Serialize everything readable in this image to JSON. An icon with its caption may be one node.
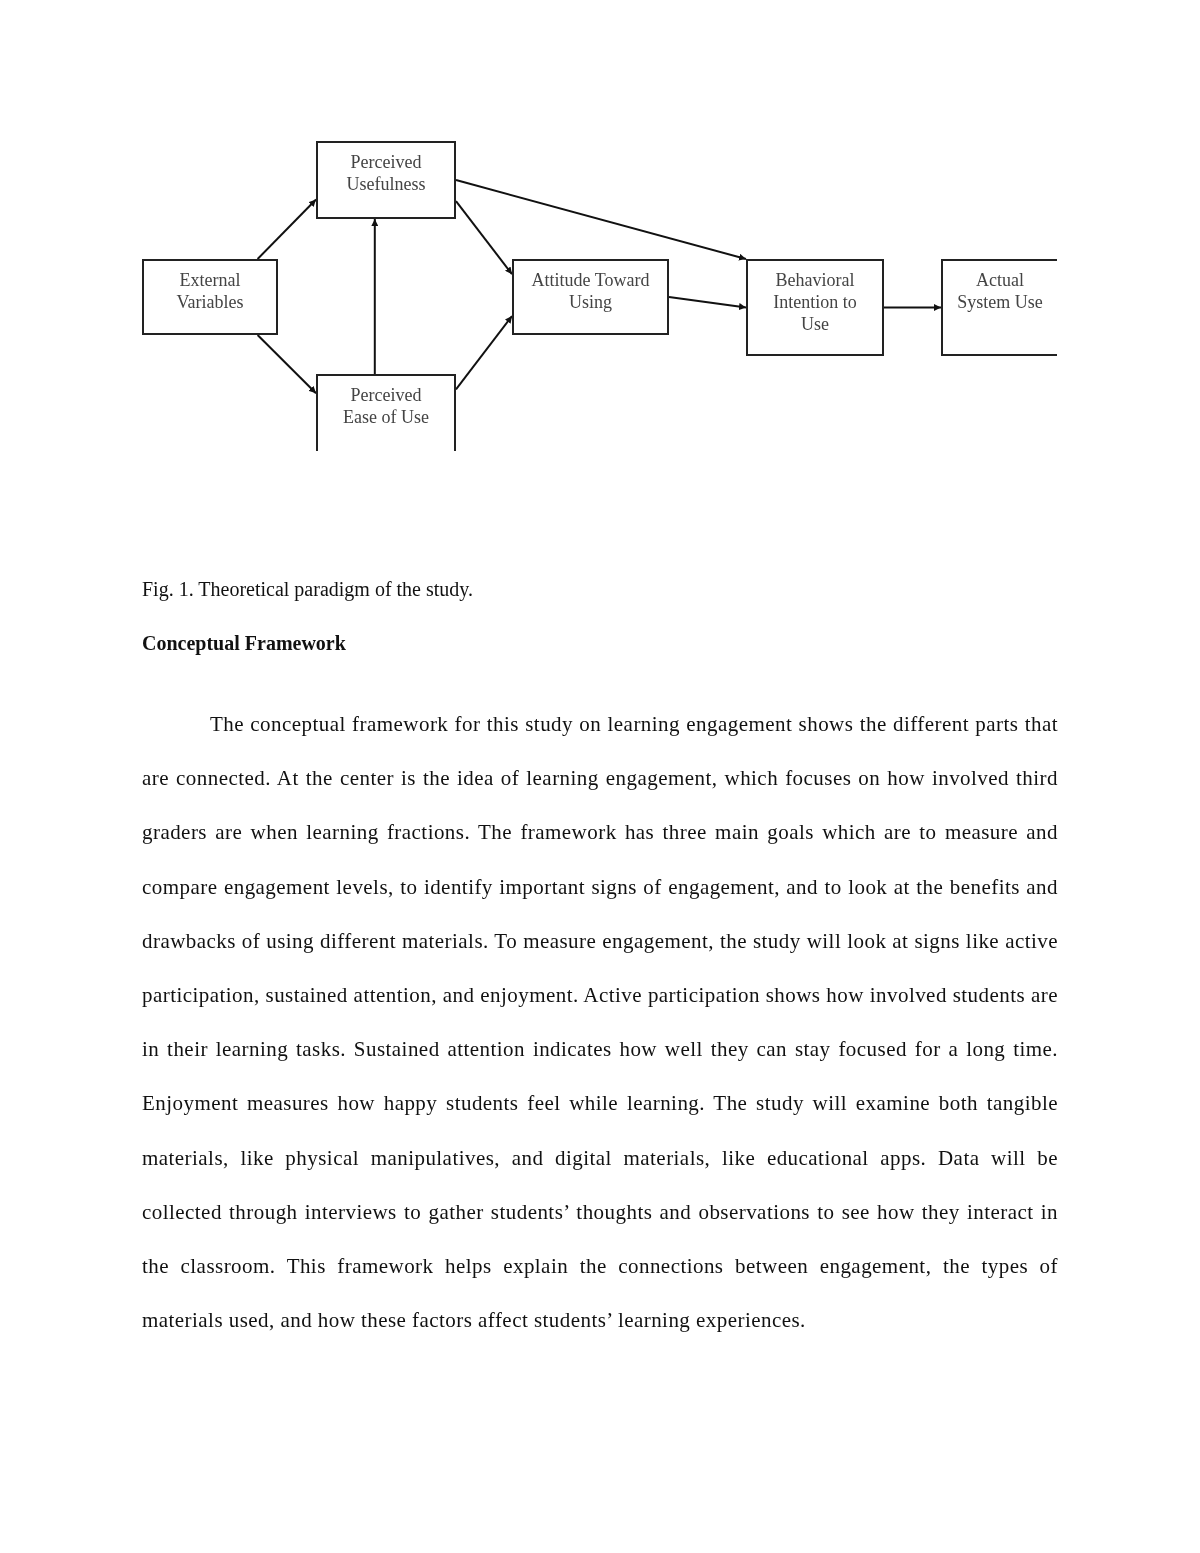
{
  "diagram": {
    "caption": "Fig. 1. Theoretical paradigm of the study.",
    "nodes": [
      {
        "text": [
          "External Variables"
        ]
      },
      {
        "text": [
          "Perceived Usefulness"
        ]
      },
      {
        "text": [
          "Perceived Ease of Use"
        ]
      },
      {
        "text": [
          "Attitude Toward Using"
        ]
      },
      {
        "text": [
          "Behavioral Intention to Use"
        ]
      },
      {
        "text": [
          "Actual System Use"
        ]
      }
    ],
    "edges": [
      {
        "from": 0,
        "to": 1,
        "arrow": "to"
      },
      {
        "from": 0,
        "to": 2,
        "arrow": "to"
      },
      {
        "from": 2,
        "to": 1,
        "arrow": "to"
      },
      {
        "from": 1,
        "to": 3,
        "arrow": "to"
      },
      {
        "from": 2,
        "to": 3,
        "arrow": "to"
      },
      {
        "from": 1,
        "to": 4,
        "arrow": "to"
      },
      {
        "from": 3,
        "to": 4,
        "arrow": "to"
      },
      {
        "from": 4,
        "to": 5,
        "arrow": "to"
      }
    ],
    "labels": [
      "Conceptual Framework",
      "The conceptual framework for this study on learning engagement shows the different parts that are connected. At the center is the idea of learning engagement, which focuses on how involved third graders are when learning fractions. The framework has three main goals which are to measure and compare engagement levels, to identify important signs of engagement, and to look at the benefits and drawbacks of using different materials. To measure engagement, the study will look at signs like active participation, sustained attention, and enjoyment. Active participation shows how involved students are in their learning tasks. Sustained attention indicates how well they can stay focused for a long time. Enjoyment measures how happy students feel while learning. The study will examine both tangible materials, like physical manipulatives, and digital materials, like educational apps. Data will be collected through interviews to gather students’ thoughts and observations to see how they interact in the classroom. This framework helps explain the connections between engagement, the types of materials used, and how these factors affect students’ learning experiences."
    ]
  }
}
